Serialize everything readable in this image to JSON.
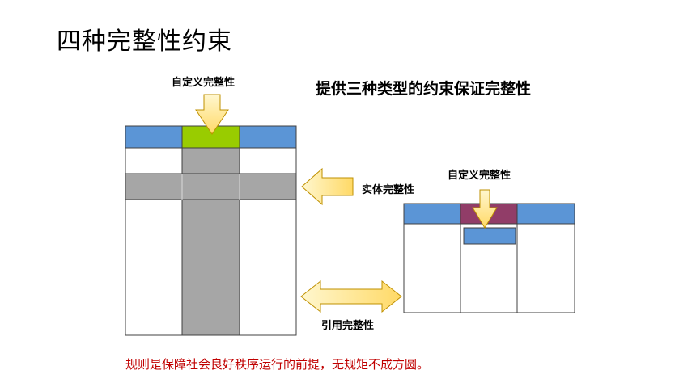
{
  "slide": {
    "title": "四种完整性约束",
    "subtitle": "提供三种类型的约束保证完整性",
    "note": "规则是保障社会良好秩序运行的前提，无规矩不成方圆。"
  },
  "labels": {
    "user_defined_left": "自定义完整性",
    "entity": "实体完整性",
    "user_defined_right": "自定义完整性",
    "referential": "引用完整性"
  },
  "colors": {
    "header_blue": "#5b95d6",
    "highlight_green": "#99cc00",
    "highlight_purple": "#913d68",
    "gray_fill": "#a6a6a6",
    "arrow_yellow": "#ffe88a",
    "note_red": "#c00000"
  },
  "icons": [
    "down-arrow-icon",
    "left-arrow-icon",
    "double-arrow-icon"
  ]
}
